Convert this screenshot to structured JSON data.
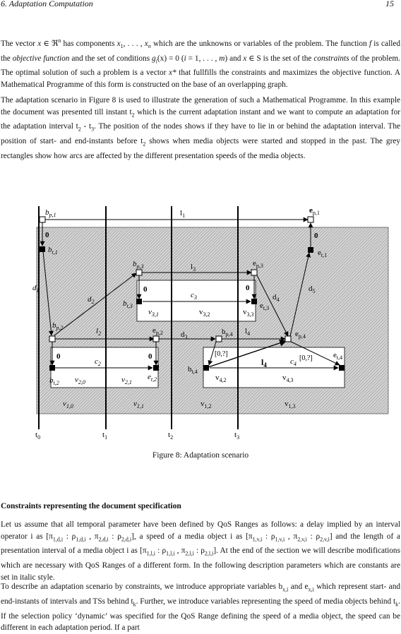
{
  "header": {
    "chapter": "6.  Adaptation Computation",
    "page": "15"
  },
  "paragraphs": {
    "p1_a": "The vector ",
    "p1_b": "x",
    "p1_c": " ∈ ℜ",
    "p1_d": "n",
    "p1_e": " has components ",
    "p1_f": "x",
    "p1_g": "1",
    "p1_h": ", . . . , ",
    "p1_i": "x",
    "p1_j": "n",
    "p1_k": " which are the unknowns or variables of the problem. The function ",
    "p1_l": "f",
    "p1_m": " is called the ",
    "p1_n": "objective function",
    "p1_o": " and the set of conditions ",
    "p1_p": "g",
    "p1_q": "i",
    "p1_r": "(x) = 0 (",
    "p1_s": "i",
    "p1_t": " = 1, . . . , ",
    "p1_u": "m",
    "p1_v": ") and ",
    "p1_w": "x",
    "p1_x": " ∈ S is the set of the ",
    "p1_y": "constraints",
    "p1_z": " of the problem. The optimal solution of such a problem is a vector ",
    "p1_aa": "x*",
    "p1_ab": " that fullfills the constraints and maximizes the objective function. A Mathematical Programme of this form is constructed on the base of an overlapping graph.",
    "p2": "The adaptation scenario in Figure 8 is used to illustrate the generation of such a Mathematical Programme. In this example the document was presented till instant t",
    "p2_sub1": "2",
    "p2_b": " which is the current adaptation instant and we want to compute an adaptation for the adaptation interval t",
    "p2_sub2": "2",
    "p2_c": " - t",
    "p2_sub3": "3",
    "p2_d": ". The position of the nodes shows if they have to lie in or behind the adaptation interval. The position of start- and end-instants before t",
    "p2_sub4": "2",
    "p2_e": " shows when media objects were started and stopped in the past. The grey rectangles show how arcs are affected by the different presentation speeds of the media objects.",
    "p3_a": "Let us assume that all temporal parameter have been defined by QoS Ranges as follows: a delay implied by an interval operator i as [π",
    "p3_b": "1,d,i",
    "p3_c": " : ρ",
    "p3_d": "1,d,i",
    "p3_e": " , π",
    "p3_f": "2,d,i",
    "p3_g": " : ρ",
    "p3_h": "2,d,i",
    "p3_i": "], a speed of a media object i as [π",
    "p3_j": "1,v,i",
    "p3_k": " : ρ",
    "p3_l": "1,v,i",
    "p3_m": " , π",
    "p3_n": "2,v,i",
    "p3_o": " : ρ",
    "p3_p": "2,v,i",
    "p3_q": "] and the length of a presentation interval of a media object i as [π",
    "p3_r": "1,l,i",
    "p3_s": " : ρ",
    "p3_t": "1,l,i",
    "p3_u": " , π",
    "p3_v": "2,l,i",
    "p3_w": " : ρ",
    "p3_x": "2,l,i",
    "p3_y": "]. At the end of the section we will describe modifications which are necessary with QoS Ranges of a different form. In the following description parameters which are constants are set in italic style.",
    "p4_a": "To describe an adaptation scenario by constraints, we introduce appropriate variables b",
    "p4_b": "x,i",
    "p4_c": " and e",
    "p4_d": "x,i",
    "p4_e": " which represent start- and end-instants of intervals and TSs behind t",
    "p4_f": "k",
    "p4_g": ". Further, we introduce variables representing the speed of media objects behind t",
    "p4_h": "k",
    "p4_i": ". If the selection policy ‘dynamic’ was specified for the QoS Range defining the speed of a media object, the speed can be different in each adaptation period. If a part"
  },
  "section_title": "Constraints representing the document specification",
  "figure": {
    "caption": "Figure 8: Adaptation scenario",
    "time_labels": [
      "t",
      "0",
      "t",
      "1",
      "t",
      "2",
      "t",
      "3"
    ],
    "nodes": {
      "bp1": [
        "b",
        "p,1"
      ],
      "bt1": [
        "b",
        "t,1"
      ],
      "bp2": [
        "b",
        "p,2"
      ],
      "bt2": [
        "b",
        "t,2"
      ],
      "bp3": [
        "b",
        "p,3"
      ],
      "bt3": [
        "b",
        "t,3"
      ],
      "ep3": [
        "e",
        "p,3"
      ],
      "et3": [
        "e",
        "t,3"
      ],
      "ep2": [
        "e",
        "p,2"
      ],
      "et2": [
        "e",
        "t,2"
      ],
      "bp4": [
        "b",
        "p,4"
      ],
      "bt4": [
        "b",
        "t,4"
      ],
      "ep4": [
        "e",
        "p,4"
      ],
      "et4": [
        "e",
        "t,4"
      ],
      "ep1": [
        "e",
        "p,1"
      ],
      "et1": [
        "e",
        "t,1"
      ]
    },
    "arc_labels": {
      "l1": [
        "l",
        "1"
      ],
      "l2": [
        "l",
        "2"
      ],
      "l3": [
        "l",
        "3"
      ],
      "l4": [
        "l",
        "4"
      ],
      "d1": [
        "d",
        "1"
      ],
      "d2": [
        "d",
        "2"
      ],
      "d3": [
        "d",
        "3"
      ],
      "d4": [
        "d",
        "4"
      ],
      "d5": [
        "d",
        "5"
      ],
      "c2": [
        "c",
        "2"
      ],
      "c3": [
        "c",
        "3"
      ],
      "c4": [
        "c",
        "4"
      ],
      "l4_bold": [
        "l",
        "4"
      ]
    },
    "zeros": [
      "0",
      "0",
      "0",
      "0",
      "0",
      "0"
    ],
    "ranges": [
      "[0,?]",
      "[0,?]"
    ],
    "speeds": {
      "v10": [
        "v",
        "1,0"
      ],
      "v11": [
        "v",
        "1,1"
      ],
      "v12": [
        "v",
        "1,2"
      ],
      "v13": [
        "v",
        "1,3"
      ],
      "v20": [
        "v",
        "2,0"
      ],
      "v21": [
        "v",
        "2,1"
      ],
      "v31": [
        "v",
        "3,1"
      ],
      "v32": [
        "v",
        "3,2"
      ],
      "v33": [
        "v",
        "3,3"
      ],
      "v42": [
        "v",
        "4,2"
      ],
      "v43": [
        "v",
        "4,3"
      ]
    }
  }
}
